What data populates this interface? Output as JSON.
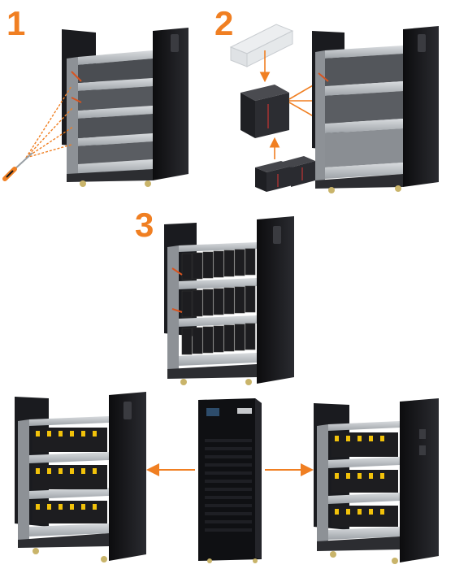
{
  "steps": [
    {
      "label": "1"
    },
    {
      "label": "2"
    },
    {
      "label": "3"
    }
  ],
  "colors": {
    "accent": "#f07f22",
    "cabinet": "#15161a",
    "shelf": "#b9bdc2",
    "battery": "#1d1d20",
    "terminal": "#f2c20a"
  }
}
